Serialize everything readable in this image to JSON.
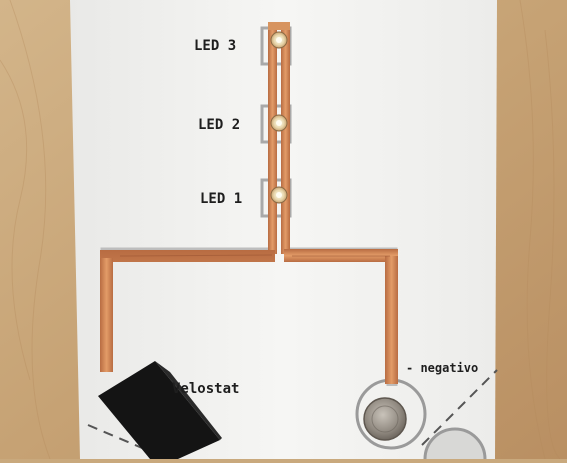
{
  "labels": {
    "led3": "LED 3",
    "led2": "LED 2",
    "led1": "LED 1",
    "velostat": "Velostat",
    "negativo": "- negativo"
  },
  "colors": {
    "desk": "#c9a97d",
    "paper": "#f3f3f1",
    "copper": "#d88f5a",
    "copper_dark": "#a8603a",
    "guide_gray": "#b9b9b9",
    "velostat": "#111111",
    "battery": "#9c968e",
    "text": "#1e1e1e"
  }
}
